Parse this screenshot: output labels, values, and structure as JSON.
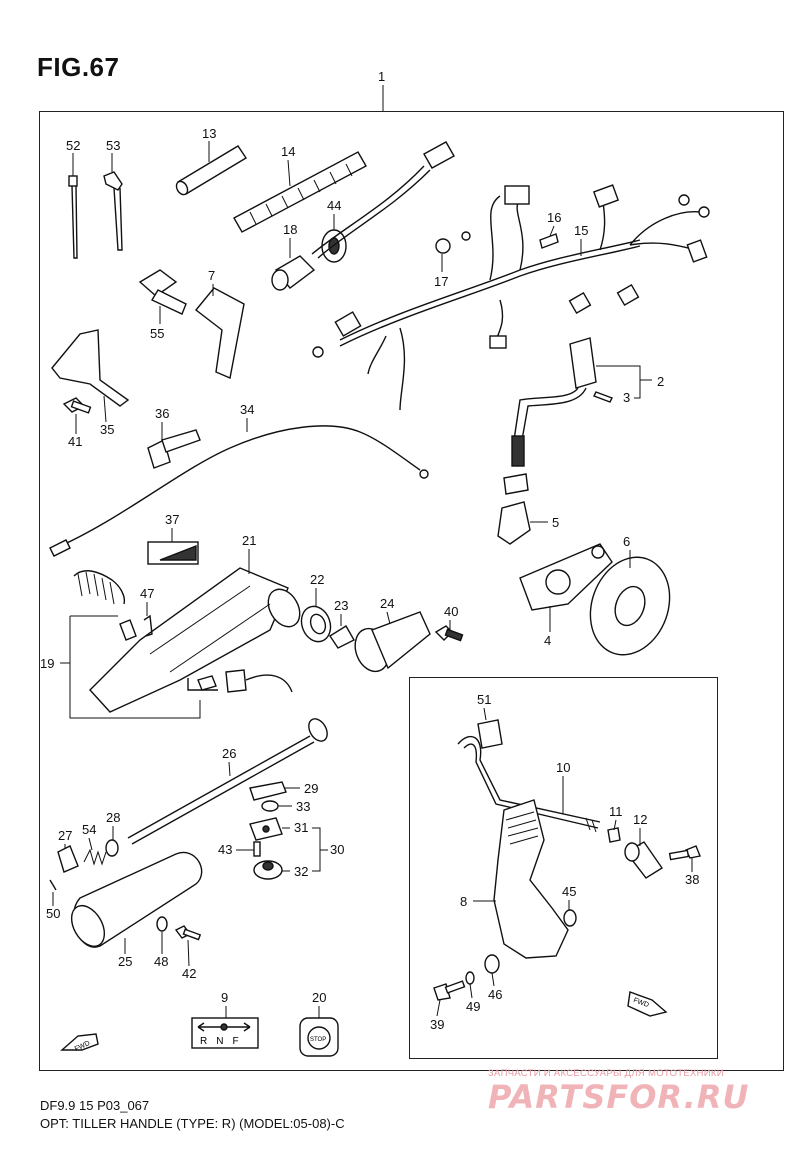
{
  "figure": {
    "title": "FIG.67",
    "assembly_number": "1"
  },
  "footer": {
    "model_code": "DF9.9 15 P03_067",
    "caption": "OPT: TILLER HANDLE (TYPE: R) (MODEL:05-08)-C"
  },
  "watermark": {
    "tagline": "ЗАПЧАСТИ И АКСЕССУАРЫ ДЛЯ МОТОТЕХНИКИ",
    "brand": "PARTSFOR.RU"
  },
  "callouts": {
    "p2": "2",
    "p3": "3",
    "p4": "4",
    "p5": "5",
    "p6": "6",
    "p7": "7",
    "p8": "8",
    "p9": "9",
    "p10": "10",
    "p11": "11",
    "p12": "12",
    "p13": "13",
    "p14": "14",
    "p15": "15",
    "p16": "16",
    "p17": "17",
    "p18": "18",
    "p19": "19",
    "p20": "20",
    "p21": "21",
    "p22": "22",
    "p23": "23",
    "p24": "24",
    "p25": "25",
    "p26": "26",
    "p27": "27",
    "p28": "28",
    "p29": "29",
    "p30": "30",
    "p31": "31",
    "p32": "32",
    "p33": "33",
    "p34": "34",
    "p35": "35",
    "p36": "36",
    "p37": "37",
    "p38": "38",
    "p39": "39",
    "p40": "40",
    "p41": "41",
    "p42": "42",
    "p43": "43",
    "p44": "44",
    "p45": "45",
    "p46": "46",
    "p47": "47",
    "p48": "48",
    "p49": "49",
    "p50": "50",
    "p51": "51",
    "p52": "52",
    "p53": "53",
    "p54": "54",
    "p55": "55"
  },
  "decals": {
    "shift_letters": "RNF",
    "stop_text": "STOP",
    "fwd_arrow_left": "FWD",
    "fwd_arrow_right": "FWD"
  }
}
